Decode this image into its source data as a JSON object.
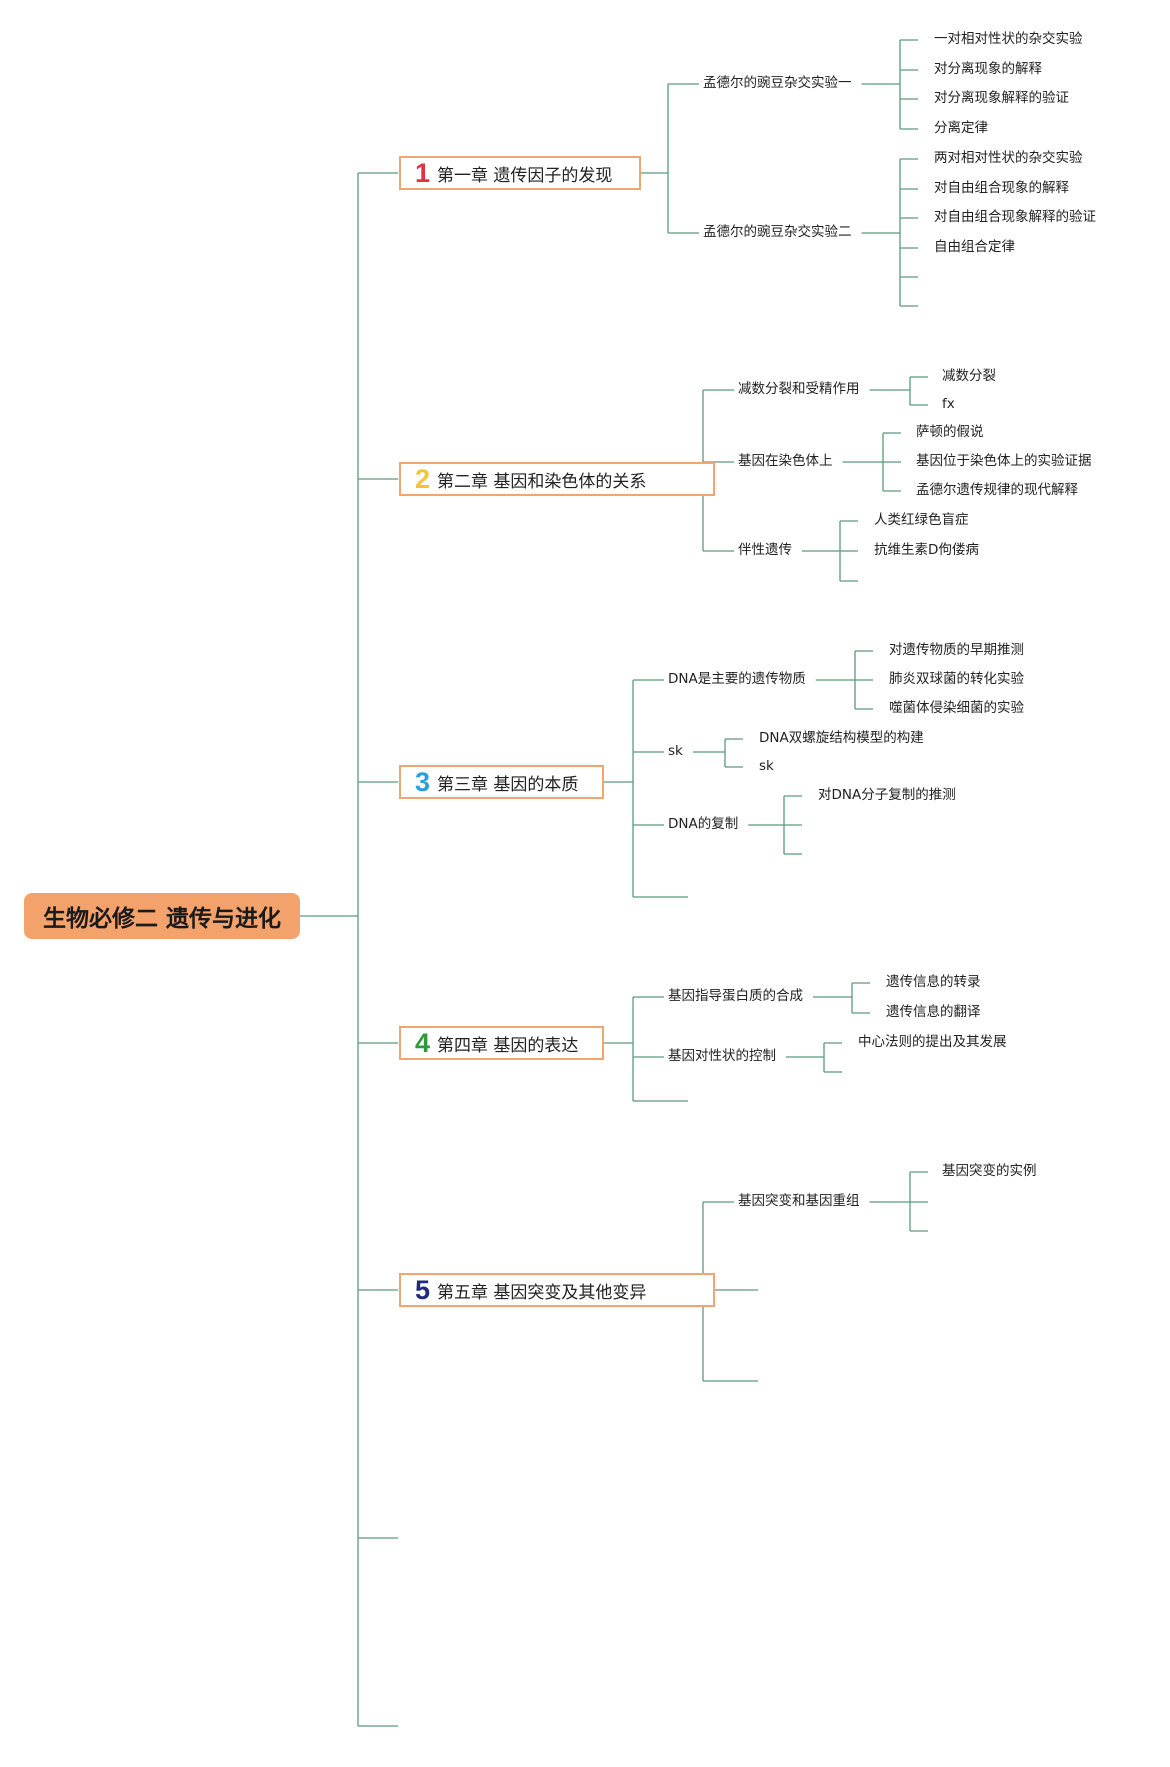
{
  "root": {
    "label": "生物必修二 遗传与进化"
  },
  "colors": {
    "line": "#5a9a7c",
    "chapter_border": "#f0a673",
    "root_fill": "#f4a26b"
  },
  "chapters": [
    {
      "num": "1",
      "num_color": "#e03243",
      "title": "第一章 遗传因子的发现",
      "sections": [
        {
          "label": "孟德尔的豌豆杂交实验一",
          "items": [
            "一对相对性状的杂交实验",
            "对分离现象的解释",
            "对分离现象解释的验证",
            "分离定律"
          ]
        },
        {
          "label": "孟德尔的豌豆杂交实验二",
          "items": [
            "两对相对性状的杂交实验",
            "对自由组合现象的解释",
            "对自由组合现象解释的验证",
            "自由组合定律",
            "",
            ""
          ]
        }
      ]
    },
    {
      "num": "2",
      "num_color": "#f2c43c",
      "title": "第二章 基因和染色体的关系",
      "sections": [
        {
          "label": "减数分裂和受精作用",
          "items": [
            "减数分裂",
            "fx"
          ]
        },
        {
          "label": "基因在染色体上",
          "items": [
            "萨顿的假说",
            "基因位于染色体上的实验证据",
            "孟德尔遗传规律的现代解释"
          ]
        },
        {
          "label": "伴性遗传",
          "items": [
            "人类红绿色盲症",
            "抗维生素D佝偻病",
            ""
          ]
        }
      ]
    },
    {
      "num": "3",
      "num_color": "#2b9fd9",
      "title": "第三章 基因的本质",
      "sections": [
        {
          "label": "DNA是主要的遗传物质",
          "items": [
            "对遗传物质的早期推测",
            "肺炎双球菌的转化实验",
            "噬菌体侵染细菌的实验"
          ]
        },
        {
          "label": "sk",
          "items": [
            "DNA双螺旋结构模型的构建",
            "sk"
          ]
        },
        {
          "label": "DNA的复制",
          "items": [
            "对DNA分子复制的推测",
            "",
            ""
          ]
        },
        {
          "label": "",
          "items": []
        }
      ]
    },
    {
      "num": "4",
      "num_color": "#2f9a3a",
      "title": "第四章 基因的表达",
      "sections": [
        {
          "label": "基因指导蛋白质的合成",
          "items": [
            "遗传信息的转录",
            "遗传信息的翻译"
          ]
        },
        {
          "label": "基因对性状的控制",
          "items": [
            "中心法则的提出及其发展",
            ""
          ]
        },
        {
          "label": "",
          "items": []
        }
      ]
    },
    {
      "num": "5",
      "num_color": "#222a7a",
      "title": "第五章 基因突变及其他变异",
      "sections": [
        {
          "label": "基因突变和基因重组",
          "items": [
            "基因突变的实例",
            "",
            ""
          ]
        },
        {
          "label": "",
          "items": []
        },
        {
          "label": "",
          "items": []
        }
      ]
    },
    {
      "num": "",
      "num_color": "",
      "title": "",
      "sections": []
    },
    {
      "num": "",
      "num_color": "",
      "title": "",
      "sections": []
    }
  ]
}
